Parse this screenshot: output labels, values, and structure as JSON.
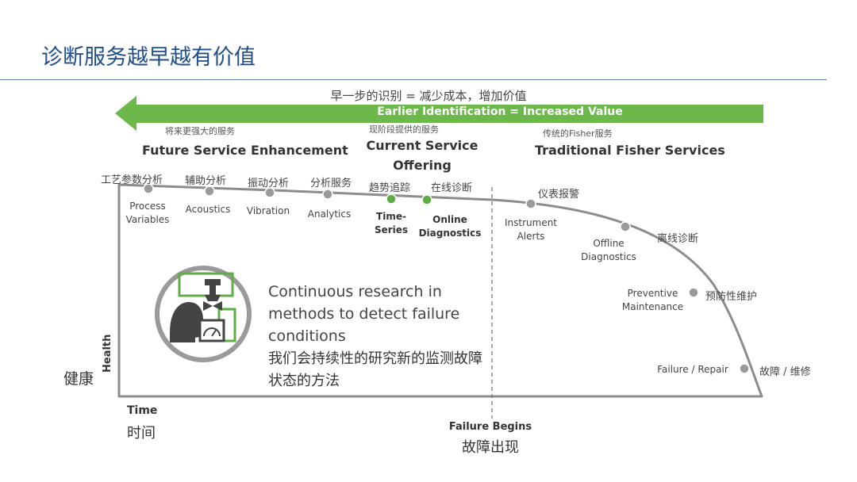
{
  "title": "诊断服务越早越有价值",
  "banner": {
    "cn": "早一步的识别 = 减少成本，增加价值",
    "en": "Earlier Identification = Increased Value"
  },
  "phases": {
    "future": {
      "cn": "将来更强大的服务",
      "en": "Future Service Enhancement"
    },
    "current": {
      "cn": "现阶段提供的服务",
      "en_line1": "Current Service",
      "en_line2": "Offering"
    },
    "traditional": {
      "cn": "传统的Fisher服务",
      "en": "Traditional Fisher Services"
    }
  },
  "points": [
    {
      "cn": "工艺参数分析",
      "en_line1": "Process",
      "en_line2": "Variables",
      "state": "gray"
    },
    {
      "cn": "辅助分析",
      "en_line1": "Acoustics",
      "en_line2": "",
      "state": "gray"
    },
    {
      "cn": "振动分析",
      "en_line1": "Vibration",
      "en_line2": "",
      "state": "gray"
    },
    {
      "cn": "分析服务",
      "en_line1": "Analytics",
      "en_line2": "",
      "state": "gray"
    },
    {
      "cn": "趋势追踪",
      "en_line1": "Time-",
      "en_line2": "Series",
      "state": "green"
    },
    {
      "cn": "在线诊断",
      "en_line1": "Online",
      "en_line2": "Diagnostics",
      "state": "green"
    },
    {
      "cn": "仪表报警",
      "en_line1": "Instrument",
      "en_line2": "Alerts",
      "state": "gray"
    },
    {
      "cn": "离线诊断",
      "en_line1": "Offline",
      "en_line2": "Diagnostics",
      "state": "gray"
    },
    {
      "cn": "预防性维护",
      "en_line1": "Preventive",
      "en_line2": "Maintenance",
      "state": "gray"
    },
    {
      "cn": "故障 / 维修",
      "en_line1": "Failure / Repair",
      "en_line2": "",
      "state": "gray"
    }
  ],
  "research": {
    "en": "Continuous research in methods to detect failure conditions",
    "cn": "我们会持续性的研究新的监测故障状态的方法"
  },
  "axes": {
    "y_en": "Health",
    "y_cn": "健康",
    "x_en": "Time",
    "x_cn": "时间"
  },
  "failure_begins": {
    "en": "Failure Begins",
    "cn": "故障出现"
  },
  "colors": {
    "arrow_green": "#6cb84a",
    "point_green": "#5fae45",
    "point_gray": "#9a9a9a",
    "curve": "#8c8c8c",
    "title_blue": "#1f4e8c"
  },
  "icon": "technician-valve-diagnostics-icon"
}
